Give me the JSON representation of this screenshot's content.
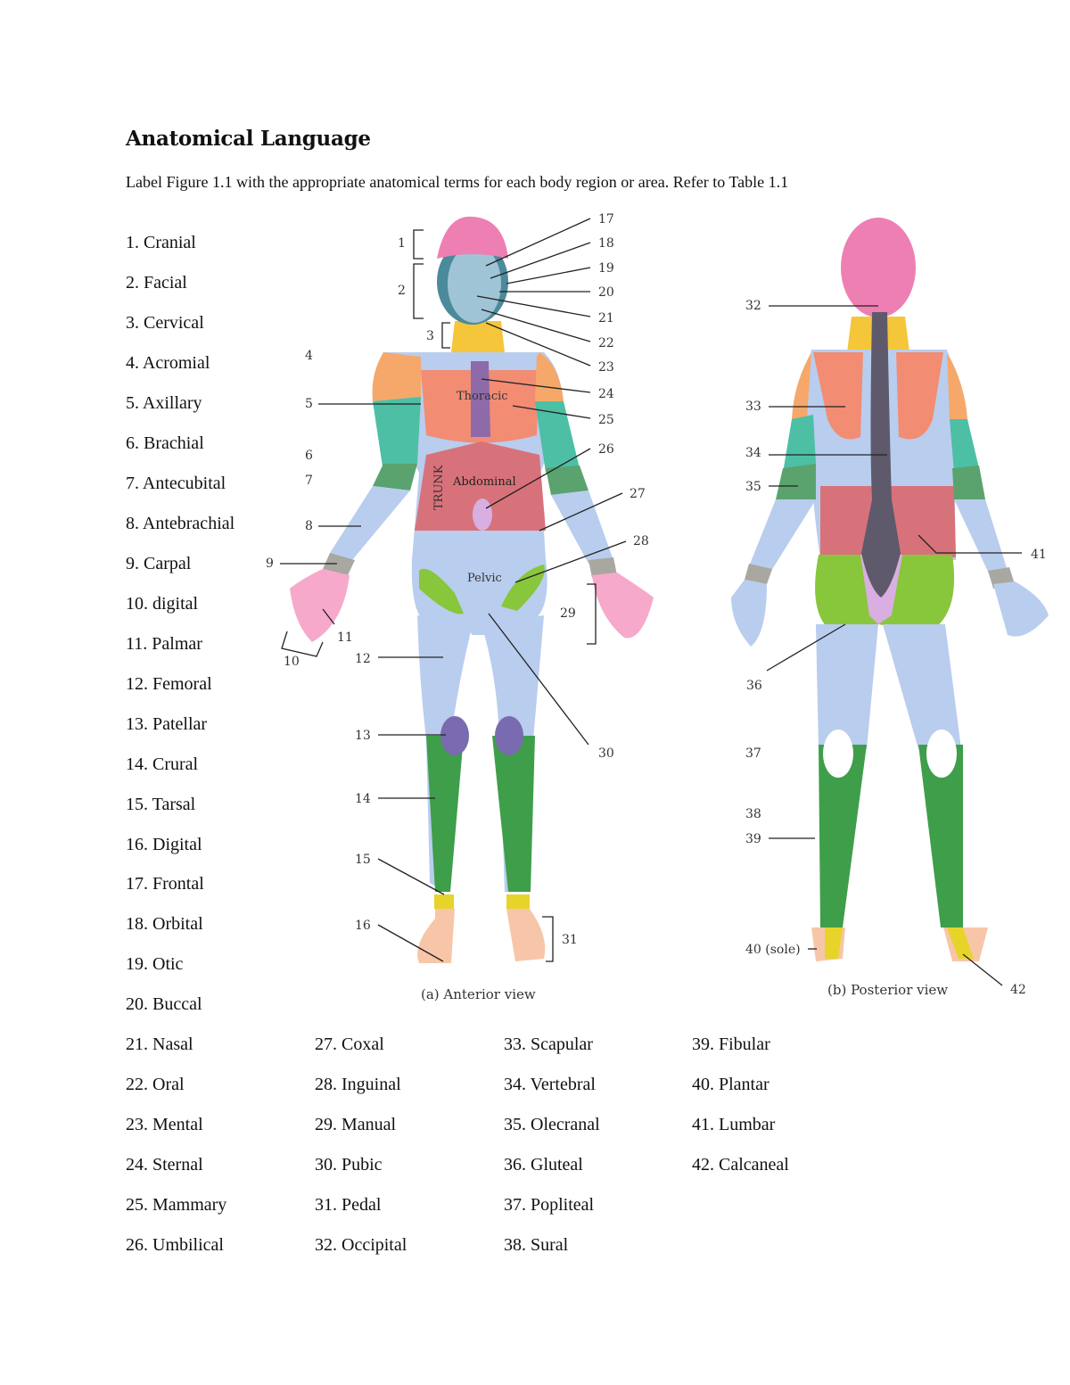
{
  "document": {
    "title": "Anatomical Language",
    "instructions": "Label Figure 1.1 with the appropriate anatomical terms for each body region or area. Refer to Table 1.1"
  },
  "terms": [
    "1. Cranial",
    "2. Facial",
    "3. Cervical",
    "4. Acromial",
    "5. Axillary",
    "6. Brachial",
    "7. Antecubital",
    "8. Antebrachial",
    "9. Carpal",
    "10. digital",
    "11. Palmar",
    "12. Femoral",
    "13. Patellar",
    "14. Crural",
    "15. Tarsal",
    "16. Digital",
    "17. Frontal",
    "18. Orbital",
    "19. Otic",
    "20. Buccal",
    "21. Nasal",
    "22. Oral",
    "23. Mental",
    "24. Sternal",
    "25. Mammary",
    "26. Umbilical",
    "27. Coxal",
    "28. Inguinal",
    "29. Manual",
    "30. Pubic",
    "31. Pedal",
    "32. Occipital",
    "33. Scapular",
    "34. Vertebral",
    "35. Olecranal",
    "36. Gluteal",
    "37. Popliteal",
    "38. Sural",
    "39. Fibular",
    "40. Plantar",
    "41. Lumbar",
    "42. Calcaneal"
  ],
  "figure": {
    "anterior_caption": "(a) Anterior view",
    "posterior_caption": "(b) Posterior view",
    "region_labels": {
      "thoracic": "Thoracic",
      "abdominal": "Abdominal",
      "pelvic": "Pelvic",
      "trunk": "TRUNK"
    },
    "callouts": {
      "n1": "1",
      "n2": "2",
      "n3": "3",
      "n4": "4",
      "n5": "5",
      "n6": "6",
      "n7": "7",
      "n8": "8",
      "n9": "9",
      "n10": "10",
      "n11": "11",
      "n12": "12",
      "n13": "13",
      "n14": "14",
      "n15": "15",
      "n16": "16",
      "n17": "17",
      "n18": "18",
      "n19": "19",
      "n20": "20",
      "n21": "21",
      "n22": "22",
      "n23": "23",
      "n24": "24",
      "n25": "25",
      "n26": "26",
      "n27": "27",
      "n28": "28",
      "n29": "29",
      "n30": "30",
      "n31": "31",
      "n32": "32",
      "n33": "33",
      "n34": "34",
      "n35": "35",
      "n36": "36",
      "n37": "37",
      "n38": "38",
      "n39": "39",
      "n40": "40 (sole)",
      "n41": "41",
      "n42": "42"
    },
    "colors": {
      "skin": "#b9cdee",
      "hair": "#ee7fb3",
      "face": "#9fc4d6",
      "neck": "#f5c63a",
      "shoulder": "#f5a86a",
      "chest": "#f28c73",
      "sternum": "#8e6aa8",
      "upper_arm": "#4dbfa5",
      "elbow": "#5aa36e",
      "abdomen": "#d8727a",
      "groin": "#88c63c",
      "wrist": "#a8a8a0",
      "hand": "#f6a9cb",
      "knee": "#7a6ab0",
      "leg": "#3f9e4a",
      "ankle": "#e6d42a",
      "foot": "#f7c6a8",
      "spine": "#5e5a6c",
      "sacral": "#d9aee0"
    }
  }
}
